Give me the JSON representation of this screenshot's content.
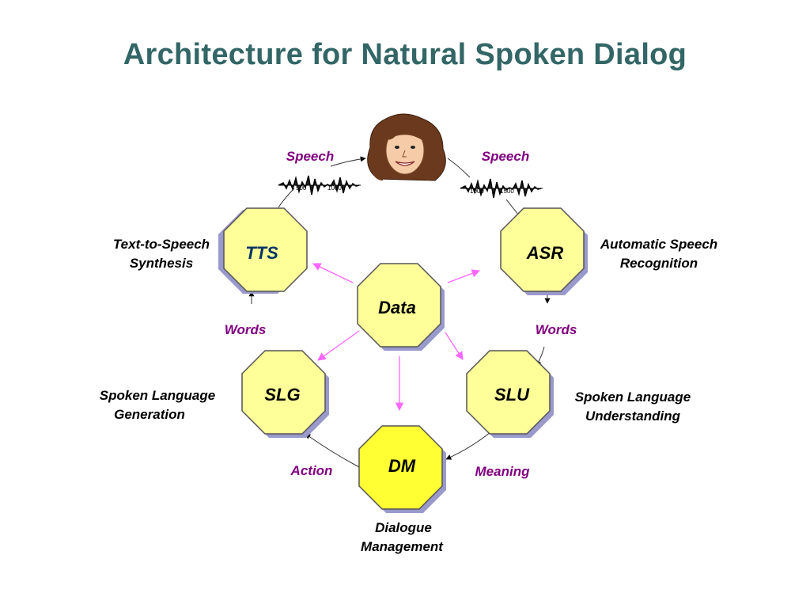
{
  "title": "Architecture for Natural Spoken Dialog",
  "colors": {
    "title": "#336666",
    "octagon_fill": "#FFFF99",
    "dm_fill": "#FFFF33",
    "octagon_shadow": "#9999CC",
    "label_purple": "#800080",
    "data_arrow": "#FF66FF"
  },
  "nodes": {
    "tts": {
      "label": "TTS",
      "caption": [
        "Text-to-Speech",
        "Synthesis"
      ]
    },
    "asr": {
      "label": "ASR",
      "caption": [
        "Automatic Speech",
        "Recognition"
      ]
    },
    "data": {
      "label": "Data"
    },
    "slg": {
      "label": "SLG",
      "caption": [
        "Spoken Language",
        "Generation"
      ]
    },
    "slu": {
      "label": "SLU",
      "caption": [
        "Spoken Language",
        "Understanding"
      ]
    },
    "dm": {
      "label": "DM",
      "caption": [
        "Dialogue",
        "Management"
      ]
    }
  },
  "flow_labels": {
    "speech_left": "Speech",
    "speech_right": "Speech",
    "words_left": "Words",
    "words_right": "Words",
    "action": "Action",
    "meaning": "Meaning"
  },
  "waveform_ticks": {
    "left": [
      "500",
      "1000"
    ],
    "right": [
      "1000",
      "1500"
    ]
  },
  "icons": {
    "user": "woman-face-icon",
    "waveform": "speech-waveform-icon"
  }
}
